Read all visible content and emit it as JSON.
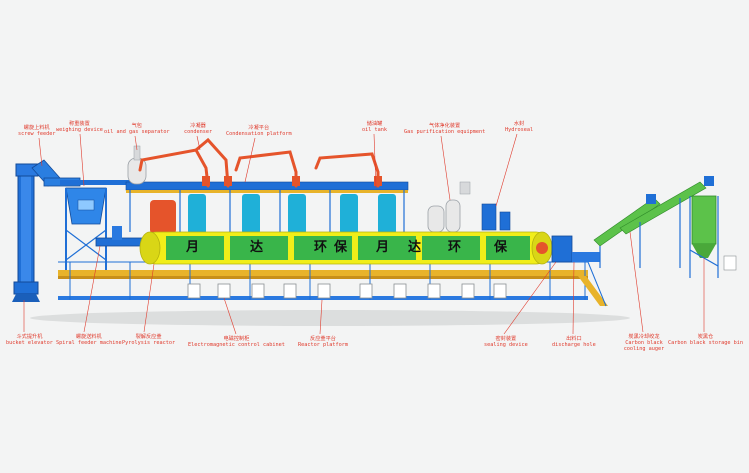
{
  "colors": {
    "background": "#f3f4f4",
    "label_red": "#e03a2c",
    "frame_blue": "#1f6fd6",
    "platform_yellow": "#e8b32a",
    "reactor_yellow": "#f1ee19",
    "reactor_green": "#39b54a",
    "condenser_orange": "#e5542b",
    "conveyor_green": "#5cc24a",
    "tank_cyan": "#1fb0d8"
  },
  "reactor_text": [
    "月",
    "达",
    "环",
    "保",
    "月",
    "达",
    "环",
    "保"
  ],
  "labels_top": [
    {
      "id": "screw-feeder",
      "cn": "螺旋上料机",
      "en": "screw feeder"
    },
    {
      "id": "weighing-device",
      "cn": "称重装置",
      "en": "weighing device"
    },
    {
      "id": "oil-gas-separator",
      "cn": "气包",
      "en": "oil and gas separator"
    },
    {
      "id": "condenser",
      "cn": "冷凝器",
      "en": "condenser"
    },
    {
      "id": "condensation-platform",
      "cn": "冷凝平台",
      "en": "Condensation platform"
    },
    {
      "id": "oil-tank",
      "cn": "储油罐",
      "en": "oil tank"
    },
    {
      "id": "gas-purification",
      "cn": "气体净化装置",
      "en": "Gas purification equipment"
    },
    {
      "id": "hydroseal",
      "cn": "水封",
      "en": "Hydroseal"
    }
  ],
  "labels_bottom": [
    {
      "id": "bucket-elevator",
      "cn": "斗式提升机",
      "en": "bucket elevator"
    },
    {
      "id": "spiral-feeder",
      "cn": "螺旋送料机",
      "en": "Spiral feeder machine"
    },
    {
      "id": "pyrolysis-reactor",
      "cn": "裂解反应釜",
      "en": "Pyrolysis reactor"
    },
    {
      "id": "em-control-cabinet",
      "cn": "电磁控制柜",
      "en": "Electromagnetic control cabinet"
    },
    {
      "id": "reactor-platform",
      "cn": "反应釜平台",
      "en": "Reactor platform"
    },
    {
      "id": "sealing-device",
      "cn": "密封装置",
      "en": "sealing device"
    },
    {
      "id": "discharge-hole",
      "cn": "出料口",
      "en": "discharge hole"
    },
    {
      "id": "carbon-black-auger",
      "cn": "炭黑冷却绞龙",
      "en": "Carbon black cooling auger"
    },
    {
      "id": "carbon-black-bin",
      "cn": "炭黑仓",
      "en": "Carbon black storage bin"
    }
  ]
}
